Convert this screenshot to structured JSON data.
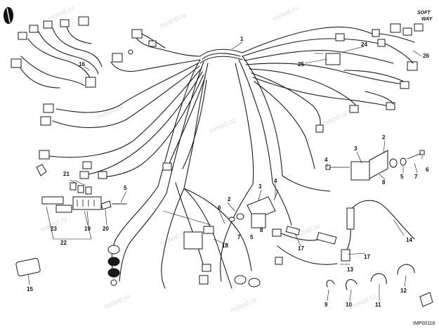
{
  "brand": {
    "logo_line1": "SOFT",
    "logo_line2": "WAY"
  },
  "drawing_code": "IMP00116",
  "watermark_text": "motod.ru",
  "part_labels": [
    "1",
    "2",
    "3",
    "4",
    "5",
    "6",
    "7",
    "8",
    "9",
    "10",
    "11",
    "12",
    "13",
    "14",
    "15",
    "16",
    "17",
    "18",
    "19",
    "20",
    "21",
    "22",
    "23",
    "24",
    "25",
    "26"
  ],
  "callouts": {
    "c1": "1",
    "c2": "2",
    "c3_left": "3",
    "c3_right": "3",
    "c4": "4",
    "c5_a": "5",
    "c5_b": "5",
    "c5_right": "5",
    "c6_a": "6",
    "c6_b": "6",
    "c7_a": "7",
    "c7_b": "7",
    "c8_a": "8",
    "c8_b": "8",
    "c9": "9",
    "c10": "10",
    "c11": "11",
    "c12": "12",
    "c13": "13",
    "c14": "14",
    "c15": "15",
    "c16": "16",
    "c17_a": "17",
    "c17_b": "17",
    "c18": "18",
    "c19": "19",
    "c20": "20",
    "c21": "21",
    "c22": "22",
    "c23": "23",
    "c24": "24",
    "c25": "25",
    "c26": "26",
    "c4_right": "4"
  }
}
